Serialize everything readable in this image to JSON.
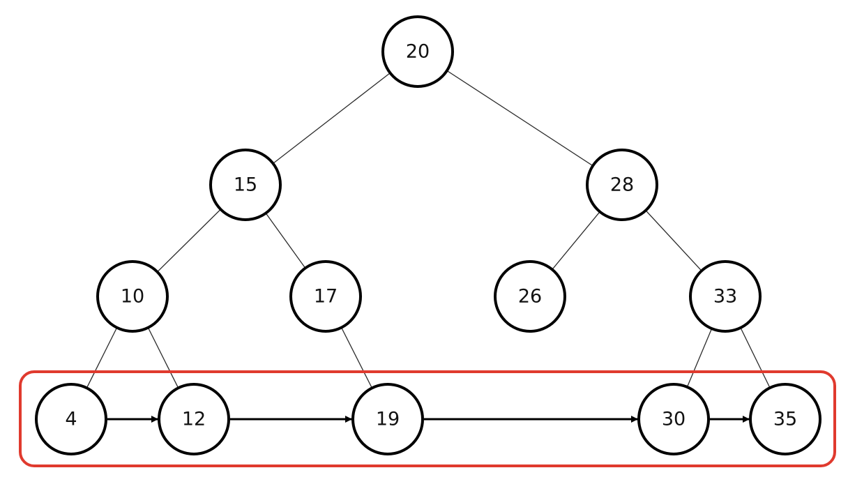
{
  "diagram": {
    "nodes": [
      {
        "id": "n20",
        "label": "20"
      },
      {
        "id": "n15",
        "label": "15"
      },
      {
        "id": "n28",
        "label": "28"
      },
      {
        "id": "n10",
        "label": "10"
      },
      {
        "id": "n17",
        "label": "17"
      },
      {
        "id": "n26",
        "label": "26"
      },
      {
        "id": "n33",
        "label": "33"
      },
      {
        "id": "n4",
        "label": "4"
      },
      {
        "id": "n12",
        "label": "12"
      },
      {
        "id": "n19",
        "label": "19"
      },
      {
        "id": "n30",
        "label": "30"
      },
      {
        "id": "n35",
        "label": "35"
      }
    ],
    "tree_edges": [
      {
        "from": "n20",
        "to": "n15"
      },
      {
        "from": "n20",
        "to": "n28"
      },
      {
        "from": "n15",
        "to": "n10"
      },
      {
        "from": "n15",
        "to": "n17"
      },
      {
        "from": "n28",
        "to": "n26"
      },
      {
        "from": "n28",
        "to": "n33"
      },
      {
        "from": "n10",
        "to": "n4"
      },
      {
        "from": "n10",
        "to": "n12"
      },
      {
        "from": "n17",
        "to": "n19"
      },
      {
        "from": "n33",
        "to": "n30"
      },
      {
        "from": "n33",
        "to": "n35"
      }
    ],
    "leaf_links": [
      {
        "from": "n4",
        "to": "n12"
      },
      {
        "from": "n12",
        "to": "n19"
      },
      {
        "from": "n19",
        "to": "n30"
      },
      {
        "from": "n30",
        "to": "n35"
      }
    ],
    "highlighted_leaves": [
      "n4",
      "n12",
      "n19",
      "n30",
      "n35"
    ],
    "colors": {
      "highlight_frame": "#e03a2e",
      "node_stroke": "#000000",
      "edge": "#2b2b2b"
    }
  }
}
